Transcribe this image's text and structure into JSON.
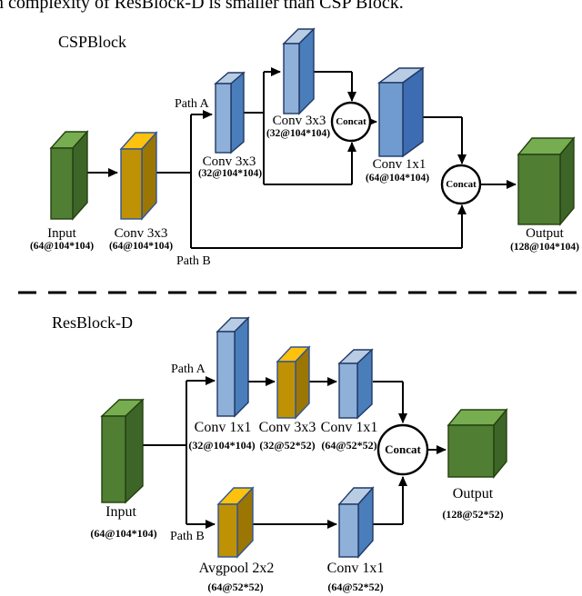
{
  "caption": "n complexity of ResBlock-D is smaller than CSP Block.",
  "palette": {
    "green_top": "#76ad51",
    "green_front": "#507e33",
    "green_side": "#3d6527",
    "gold_top": "#fec10d",
    "gold_front": "#bf9105",
    "gold_side": "#9c7603",
    "blue_top": "#b8cce4",
    "blue_front": "#8fb0d8",
    "blue_side": "#4a7ebb",
    "line": "#000000"
  },
  "csp": {
    "title": "CSPBlock",
    "path_a": "Path A",
    "path_b": "Path B",
    "concat1": "Concat",
    "concat2": "Concat",
    "nodes": {
      "input": {
        "label": "Input",
        "dims": "(64@104*104)"
      },
      "stem_conv": {
        "label": "Conv 3x3",
        "dims": "(64@104*104)"
      },
      "branch_conv1": {
        "label": "Conv 3x3",
        "dims": "(32@104*104)"
      },
      "branch_conv2": {
        "label": "Conv 3x3",
        "dims": "(32@104*104)"
      },
      "merge_conv": {
        "label": "Conv 1x1",
        "dims": "(64@104*104)"
      },
      "output": {
        "label": "Output",
        "dims": "(128@104*104)"
      }
    }
  },
  "resblock": {
    "title": "ResBlock-D",
    "path_a": "Path A",
    "path_b": "Path B",
    "concat": "Concat",
    "nodes": {
      "input": {
        "label": "Input",
        "dims": "(64@104*104)"
      },
      "a_conv1": {
        "label": "Conv 1x1",
        "dims": "(32@104*104)"
      },
      "a_conv2": {
        "label": "Conv 3x3",
        "dims": "(32@52*52)"
      },
      "a_conv3": {
        "label": "Conv 1x1",
        "dims": "(64@52*52)"
      },
      "b_avgpool": {
        "label": "Avgpool 2x2",
        "dims": "(64@52*52)"
      },
      "b_conv": {
        "label": "Conv 1x1",
        "dims": "(64@52*52)"
      },
      "output": {
        "label": "Output",
        "dims": "(128@52*52)"
      }
    }
  }
}
